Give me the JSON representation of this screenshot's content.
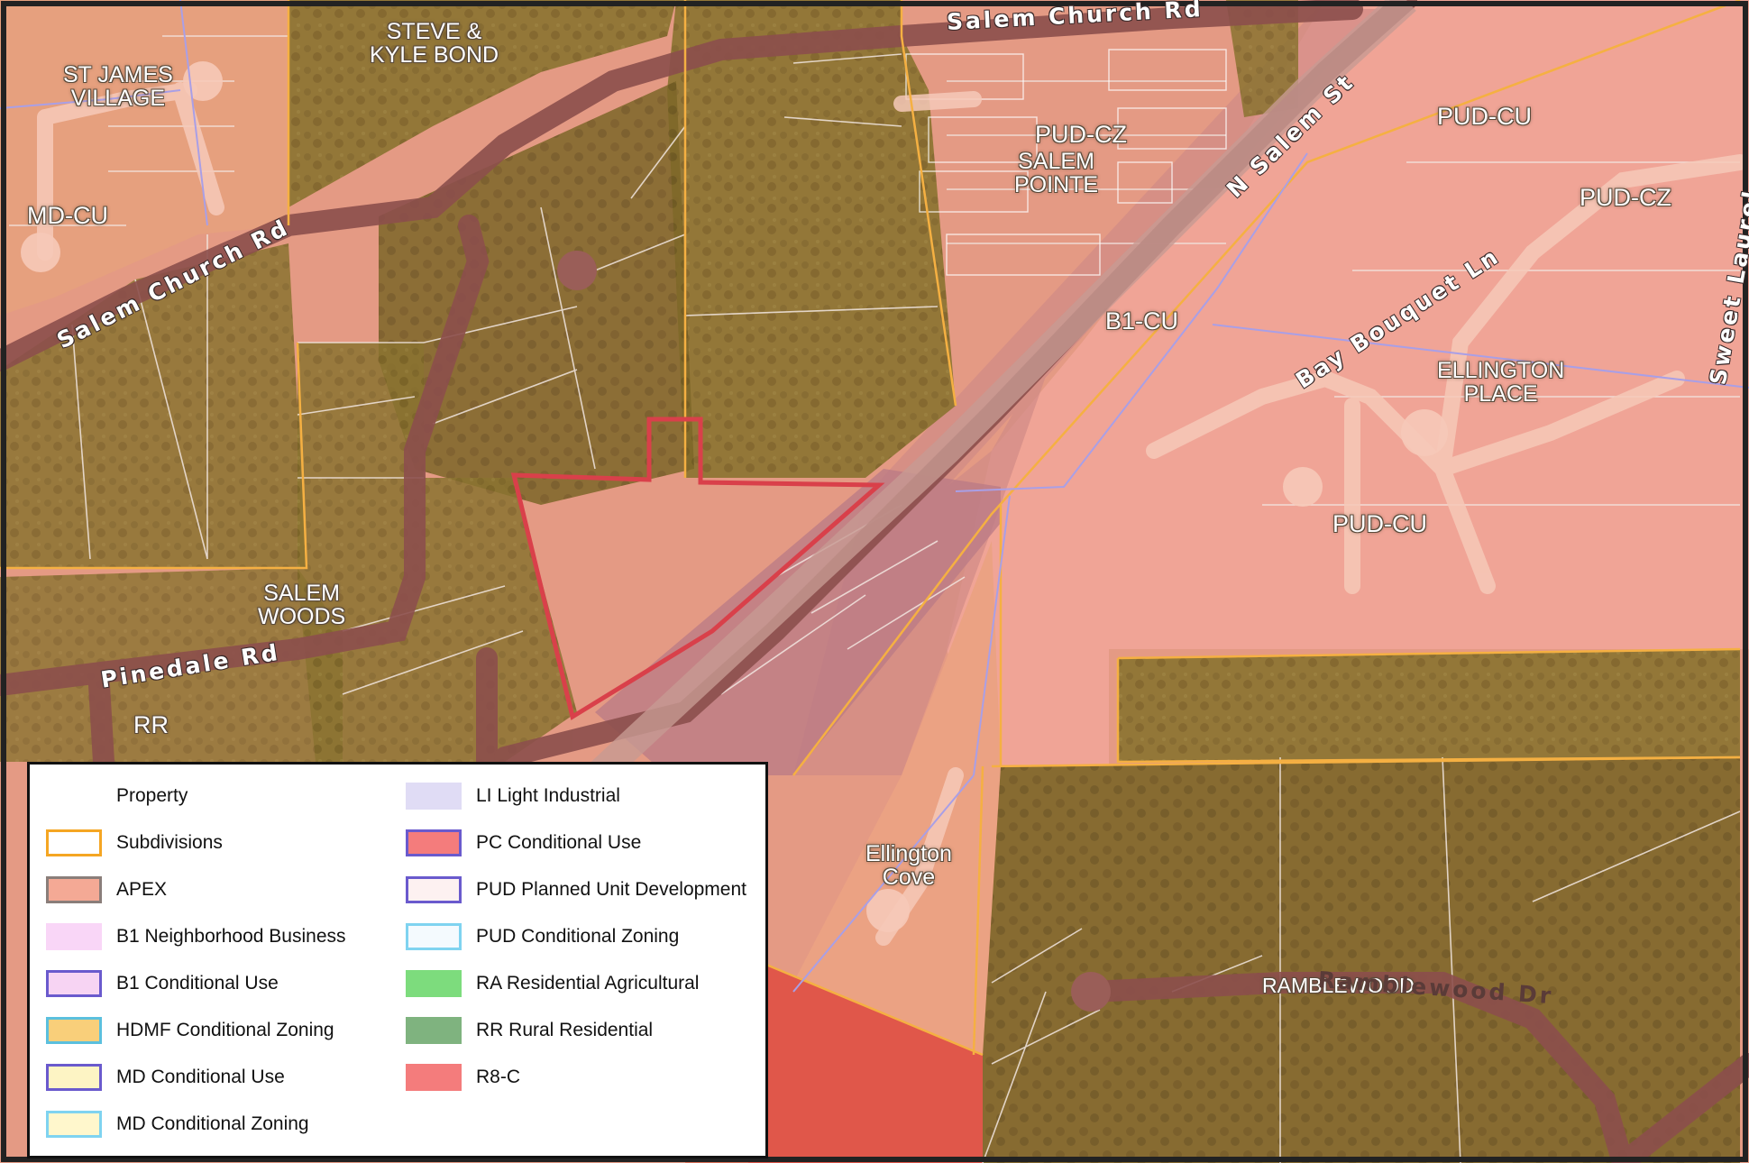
{
  "map": {
    "labels": {
      "st_james_village": "ST JAMES\nVILLAGE",
      "steve_kyle_bond": "STEVE &\nKYLE BOND",
      "md_cu": "MD-CU",
      "pud_cz_salem": "PUD-CZ",
      "salem_pointe": "SALEM\nPOINTE",
      "pud_cu_top": "PUD-CU",
      "pud_cz_right": "PUD-CZ",
      "b1_cu": "B1-CU",
      "ellington_place": "ELLINGTON\nPLACE",
      "pud_cu_mid": "PUD-CU",
      "salem_woods": "SALEM\nWOODS",
      "rr": "RR",
      "ellington_cove": "Ellington\nCove",
      "ramblewood": "RAMBLEWOOD"
    },
    "roads": {
      "salem_church_top": "Salem Church Rd",
      "salem_church_left": "Salem Church Rd",
      "n_salem_st": "N Salem St",
      "bay_bouquet": "Bay Bouquet Ln",
      "sweet_laurel": "Sweet Laurel",
      "pinedale": "Pinedale Rd",
      "ramblewood_dr": "Ramblewood Dr"
    }
  },
  "legend": {
    "items": [
      {
        "label": "Property",
        "fill": "#ffffff",
        "stroke": "#ffffff"
      },
      {
        "label": "Subdivisions",
        "fill": "#ffffff",
        "stroke": "#f5a623"
      },
      {
        "label": "APEX",
        "fill": "#f4a995",
        "stroke": "#8a7e7a"
      },
      {
        "label": "B1 Neighborhood Business",
        "fill": "#f9d6f7",
        "stroke": "#f9d6f7"
      },
      {
        "label": "B1 Conditional Use",
        "fill": "#f7d4f3",
        "stroke": "#6a5acd"
      },
      {
        "label": "HDMF Conditional Zoning",
        "fill": "#f9cf7a",
        "stroke": "#5bc0de"
      },
      {
        "label": "MD Conditional Use",
        "fill": "#fdf4c4",
        "stroke": "#6a5acd"
      },
      {
        "label": "MD Conditional Zoning",
        "fill": "#fff7cc",
        "stroke": "#7fd3f0"
      },
      {
        "label": "LI Light Industrial",
        "fill": "#e0dcf5",
        "stroke": "#e0dcf5"
      },
      {
        "label": "PC Conditional Use",
        "fill": "#f47c7c",
        "stroke": "#6a5acd"
      },
      {
        "label": "PUD  Planned Unit Development",
        "fill": "#fdf1f1",
        "stroke": "#6a5acd"
      },
      {
        "label": "PUD Conditional Zoning",
        "fill": "#f4fafe",
        "stroke": "#7fd3f0"
      },
      {
        "label": "RA Residential Agricultural",
        "fill": "#7ddc7d",
        "stroke": "#7ddc7d"
      },
      {
        "label": "RR Rural Residential",
        "fill": "#7fb37f",
        "stroke": "#7fb37f"
      },
      {
        "label": "R8-C",
        "fill": "#f47c7c",
        "stroke": "#f47c7c"
      }
    ]
  }
}
